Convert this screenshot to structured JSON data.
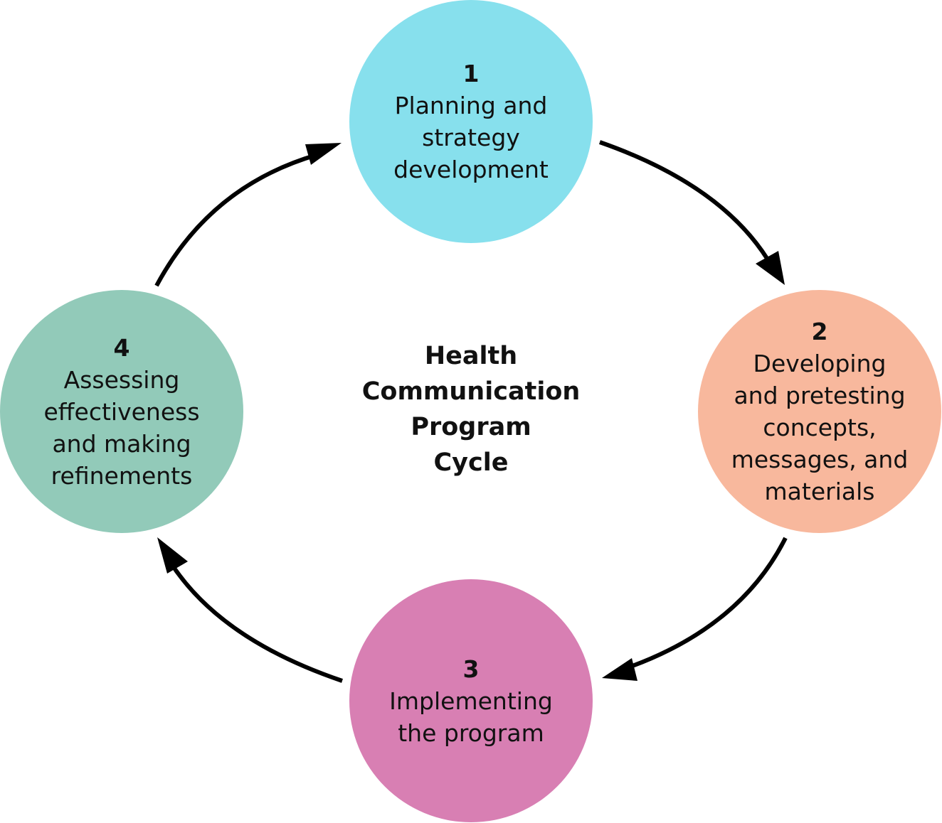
{
  "title_lines": [
    "Health",
    "Communication",
    "Program",
    "Cycle"
  ],
  "colors": {
    "step_1": "#87e0ed",
    "step_2": "#f8b89d",
    "step_3": "#d87fb3",
    "step_4": "#92cab9",
    "arrow": "#000000"
  },
  "steps": [
    {
      "number": "1",
      "lines": [
        "Planning and",
        "strategy",
        "development"
      ]
    },
    {
      "number": "2",
      "lines": [
        "Developing",
        "and pretesting",
        "concepts,",
        "messages, and",
        "materials"
      ]
    },
    {
      "number": "3",
      "lines": [
        "Implementing",
        "the program"
      ]
    },
    {
      "number": "4",
      "lines": [
        "Assessing",
        "effectiveness",
        "and making",
        "refinements"
      ]
    }
  ]
}
